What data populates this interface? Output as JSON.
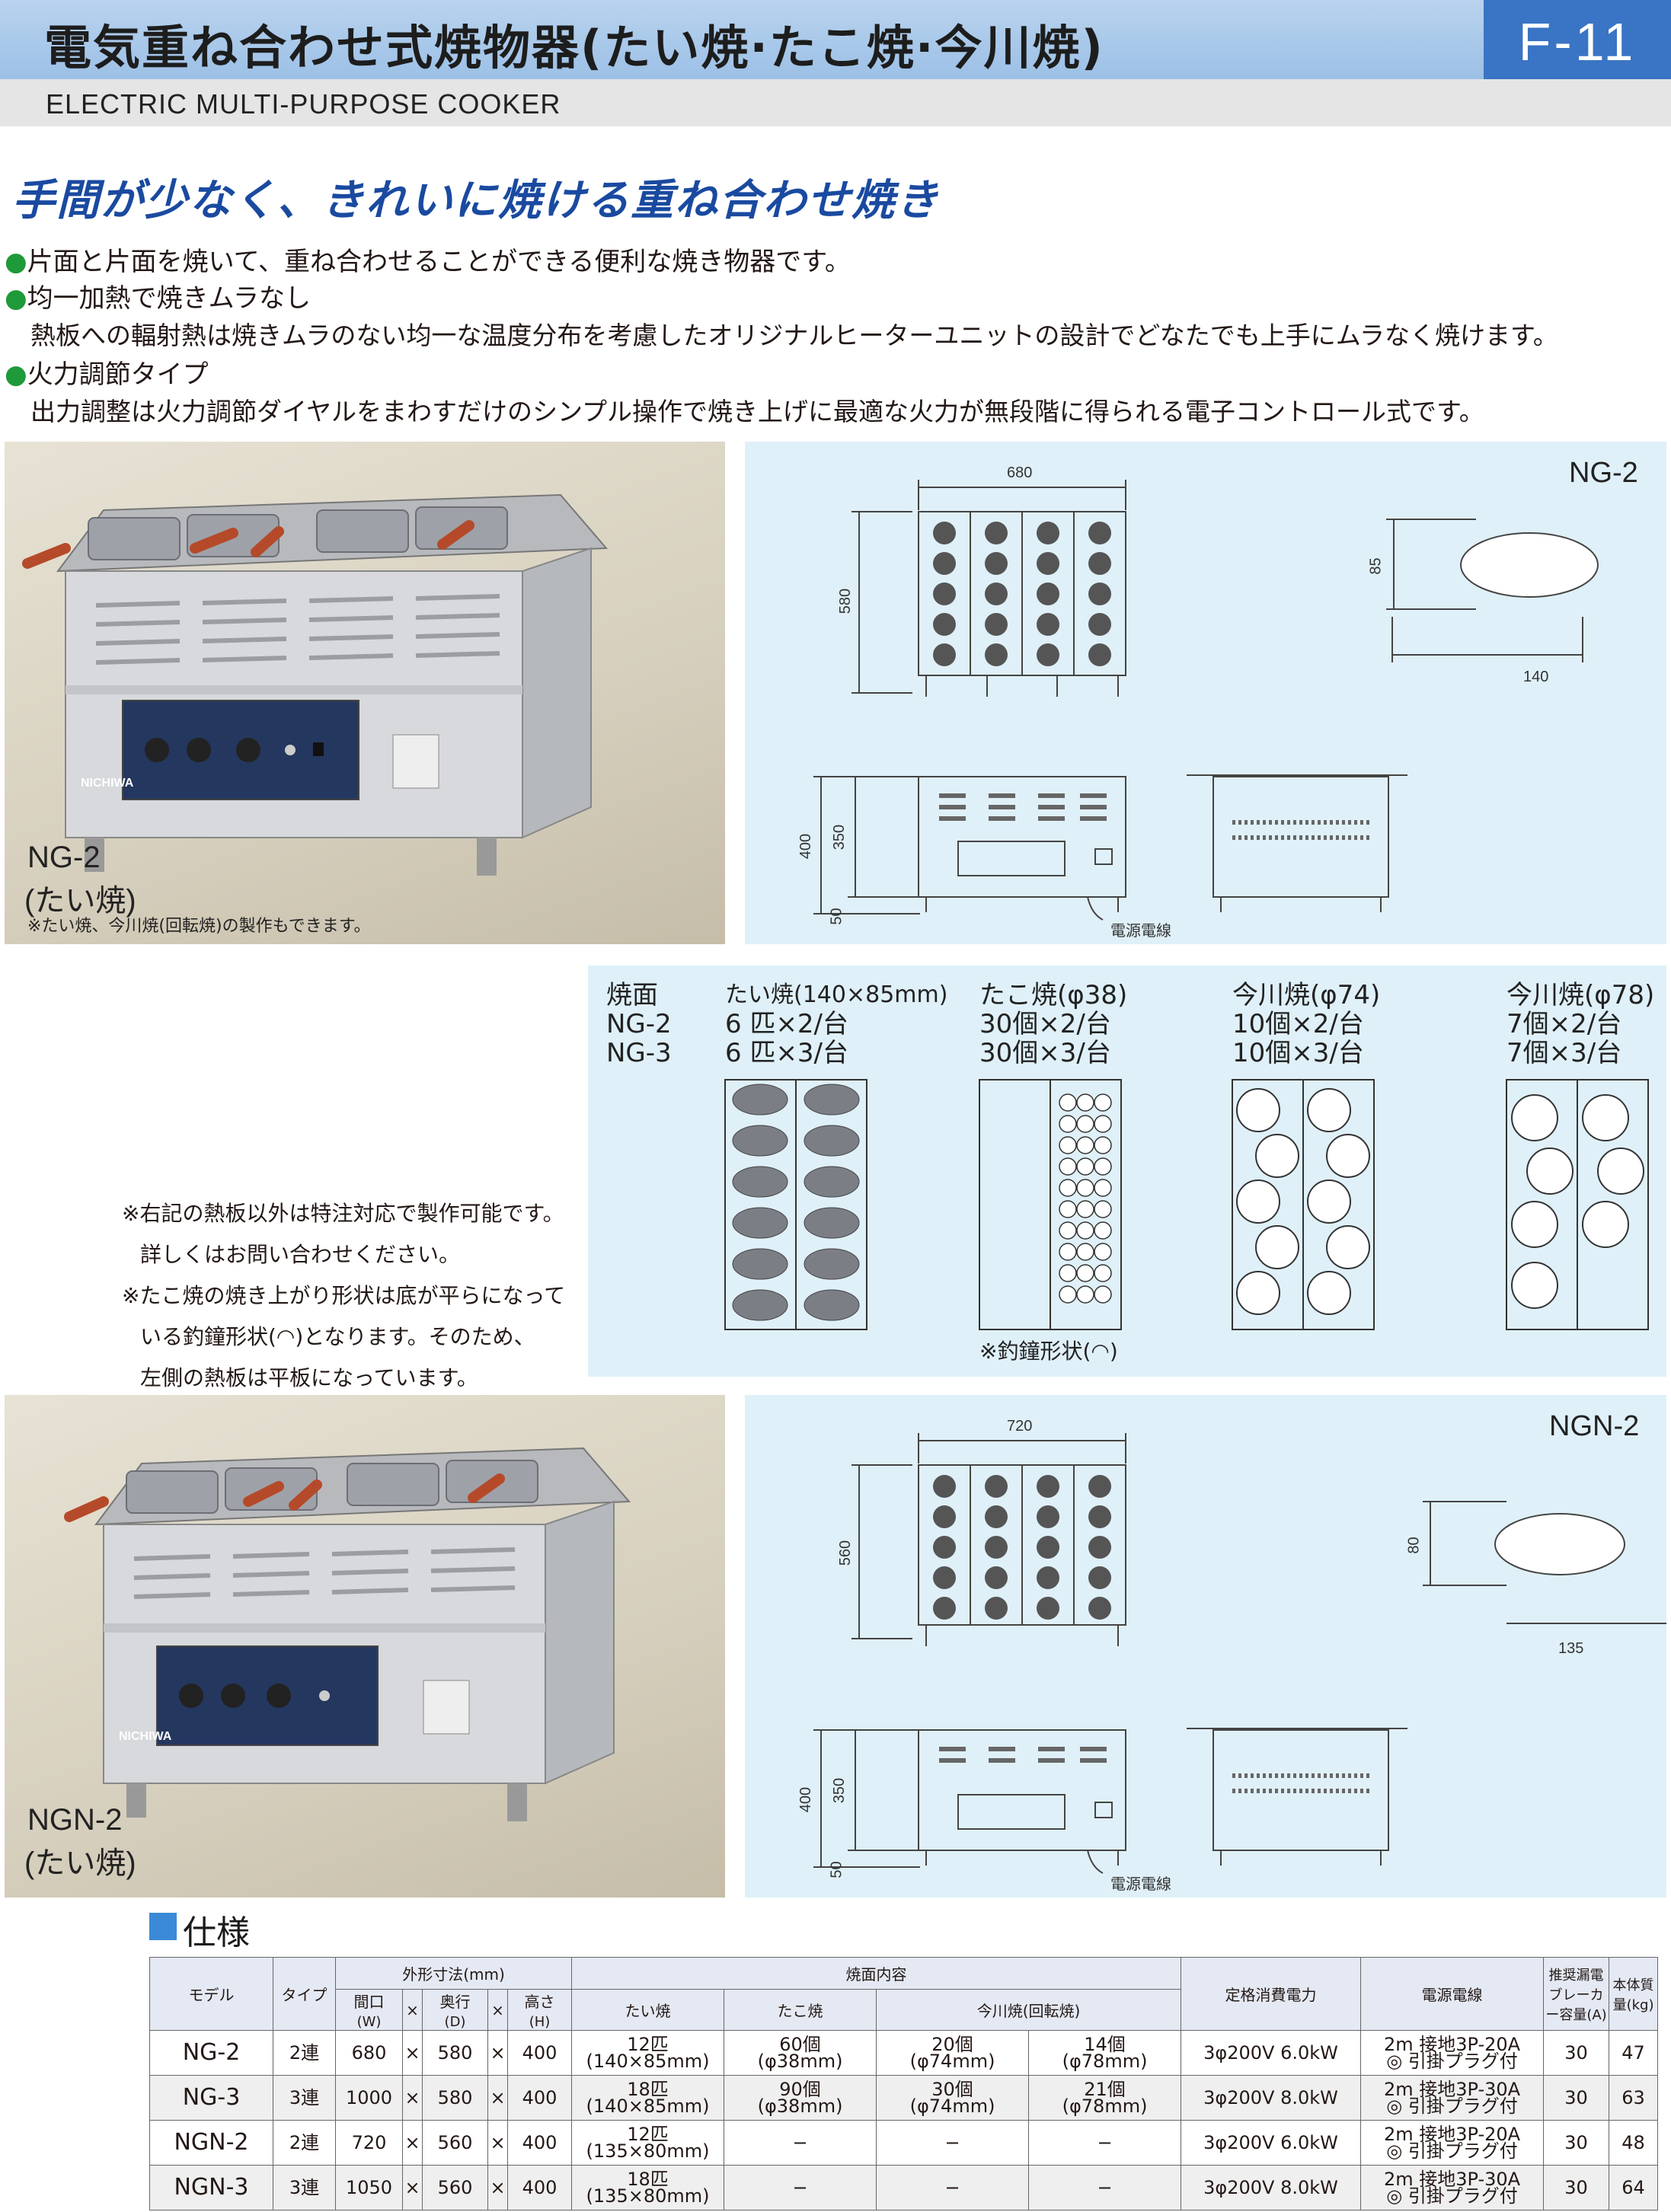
{
  "header": {
    "title": "電気重ね合わせ式焼物器(たい焼·たこ焼·今川焼)",
    "code": "F-11",
    "subtitle": "ELECTRIC MULTI-PURPOSE COOKER"
  },
  "catchcopy": "手間が少なく、きれいに焼ける重ね合わせ焼き",
  "features": [
    {
      "bullet": "●",
      "text": "片面と片面を焼いて、重ね合わせることができる便利な焼き物器です。"
    },
    {
      "bullet": "●",
      "text": "均一加熱で焼きムラなし"
    },
    {
      "bullet": "",
      "text": "熱板への輻射熱は焼きムラのない均一な温度分布を考慮したオリジナルヒーターユニットの設計でどなたでも上手にムラなく焼けます。"
    },
    {
      "bullet": "●",
      "text": "火力調節タイプ"
    },
    {
      "bullet": "",
      "text": "出力調整は火力調節ダイヤルをまわすだけのシンプル操作で焼き上げに最適な火力が無段階に得られる電子コントロール式です。"
    }
  ],
  "photo1": {
    "model": "NG-2",
    "type": "(たい焼)",
    "note": "※たい焼、今川焼(回転焼)の製作もできます。",
    "brand": "NICHIWA"
  },
  "photo2": {
    "model": "NGN-2",
    "type": "(たい焼)",
    "brand": "NICHIWA"
  },
  "diagram1": {
    "model": "NG-2",
    "width": "680",
    "depth": "580",
    "fish_h": "85",
    "fish_w": "140",
    "h_total": "400",
    "h_body": "350",
    "h_leg": "50",
    "cord": "電源電線"
  },
  "diagram2": {
    "model": "NGN-2",
    "width": "720",
    "depth": "560",
    "fish_h": "80",
    "fish_w": "135",
    "h_total": "400",
    "h_body": "350",
    "h_leg": "50",
    "cord": "電源電線"
  },
  "plates": {
    "header_col": [
      "焼面",
      "NG-2",
      "NG-3"
    ],
    "columns": [
      {
        "title": "たい焼(140×85mm)",
        "ng2": "6 匹×2/台",
        "ng3": "6 匹×3/台"
      },
      {
        "title": "たこ焼(φ38)",
        "ng2": "30個×2/台",
        "ng3": "30個×3/台"
      },
      {
        "title": "今川焼(φ74)",
        "ng2": "10個×2/台",
        "ng3": "10個×3/台"
      },
      {
        "title": "今川焼(φ78)",
        "ng2": "7個×2/台",
        "ng3": "7個×3/台"
      }
    ],
    "shape_note": "※釣鐘形状(◠)"
  },
  "notes": [
    "※右記の熱板以外は特注対応で製作可能です。",
    "詳しくはお問い合わせください。",
    "※たこ焼の焼き上がり形状は底が平らになって",
    "いる釣鐘形状(◠)となります。そのため、",
    "左側の熱板は平板になっています。"
  ],
  "spec": {
    "heading": "仕様",
    "headers": {
      "model": "モデル",
      "type": "タイプ",
      "dims": "外形寸法(mm)",
      "w": "間口",
      "w_sub": "(W)",
      "d": "奥行",
      "d_sub": "(D)",
      "h": "高さ",
      "h_sub": "(H)",
      "x": "×",
      "plates": "焼面内容",
      "taiyaki": "たい焼",
      "takoyaki": "たこ焼",
      "imagawa": "今川焼(回転焼)",
      "power": "定格消費電力",
      "cord": "電源電線",
      "breaker": "推奨漏電ブレーカー容量(A)",
      "mass": "本体質量(kg)"
    },
    "rows": [
      {
        "model": "NG-2",
        "type": "2連",
        "w": "680",
        "d": "580",
        "h": "400",
        "tai": "12匹",
        "tai_sub": "(140×85mm)",
        "tako": "60個",
        "tako_sub": "(φ38mm)",
        "ima1": "20個",
        "ima1_sub": "(φ74mm)",
        "ima2": "14個",
        "ima2_sub": "(φ78mm)",
        "power": "3φ200V 6.0kW",
        "cord1": "2m 接地3P-20A",
        "cord2": "◎ 引掛プラグ付",
        "breaker": "30",
        "mass": "47"
      },
      {
        "model": "NG-3",
        "type": "3連",
        "w": "1000",
        "d": "580",
        "h": "400",
        "tai": "18匹",
        "tai_sub": "(140×85mm)",
        "tako": "90個",
        "tako_sub": "(φ38mm)",
        "ima1": "30個",
        "ima1_sub": "(φ74mm)",
        "ima2": "21個",
        "ima2_sub": "(φ78mm)",
        "power": "3φ200V 8.0kW",
        "cord1": "2m 接地3P-30A",
        "cord2": "◎ 引掛プラグ付",
        "breaker": "30",
        "mass": "63"
      },
      {
        "model": "NGN-2",
        "type": "2連",
        "w": "720",
        "d": "560",
        "h": "400",
        "tai": "12匹",
        "tai_sub": "(135×80mm)",
        "tako": "−",
        "tako_sub": "",
        "ima1": "−",
        "ima1_sub": "",
        "ima2": "−",
        "ima2_sub": "",
        "power": "3φ200V 6.0kW",
        "cord1": "2m 接地3P-20A",
        "cord2": "◎ 引掛プラグ付",
        "breaker": "30",
        "mass": "48"
      },
      {
        "model": "NGN-3",
        "type": "3連",
        "w": "1050",
        "d": "560",
        "h": "400",
        "tai": "18匹",
        "tai_sub": "(135×80mm)",
        "tako": "−",
        "tako_sub": "",
        "ima1": "−",
        "ima1_sub": "",
        "ima2": "−",
        "ima2_sub": "",
        "power": "3φ200V 8.0kW",
        "cord1": "2m 接地3P-30A",
        "cord2": "◎ 引掛プラグ付",
        "breaker": "30",
        "mass": "64"
      }
    ]
  },
  "colors": {
    "header_band": "#9cc0e6",
    "code_bg": "#3a74c4",
    "catch": "#1a4aa0",
    "bullet": "#1f9a3a",
    "diagram_bg": "#dff0f8",
    "spec_header": "#e4e9f3"
  }
}
